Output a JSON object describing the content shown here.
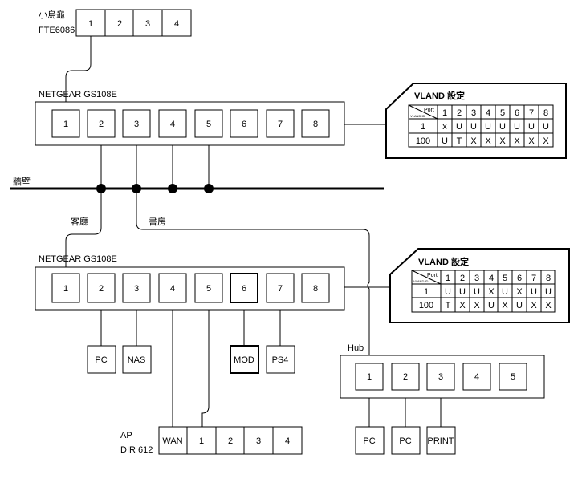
{
  "top_device": {
    "label_line1": "小烏龜",
    "label_line2": "FTE6086",
    "ports": [
      "1",
      "2",
      "3",
      "4"
    ]
  },
  "switch1": {
    "label": "NETGEAR GS108E",
    "ports": [
      "1",
      "2",
      "3",
      "4",
      "5",
      "6",
      "7",
      "8"
    ]
  },
  "switch2": {
    "label": "NETGEAR GS108E",
    "ports": [
      "1",
      "2",
      "3",
      "4",
      "5",
      "6",
      "7",
      "8"
    ]
  },
  "wall": {
    "label": "牆壁"
  },
  "rooms": {
    "living": "客廳",
    "study": "書房"
  },
  "vlan_table1": {
    "title": "VLAND 設定",
    "corner_top": "Port",
    "corner_bottom": "VLAND ID",
    "ports": [
      "1",
      "2",
      "3",
      "4",
      "5",
      "6",
      "7",
      "8"
    ],
    "rows": [
      {
        "id": "1",
        "cells": [
          "x",
          "U",
          "U",
          "U",
          "U",
          "U",
          "U",
          "U"
        ]
      },
      {
        "id": "100",
        "cells": [
          "U",
          "T",
          "X",
          "X",
          "X",
          "X",
          "X",
          "X"
        ]
      }
    ]
  },
  "vlan_table2": {
    "title": "VLAND 設定",
    "corner_top": "Port",
    "corner_bottom": "VLAND ID",
    "ports": [
      "1",
      "2",
      "3",
      "4",
      "5",
      "6",
      "7",
      "8"
    ],
    "rows": [
      {
        "id": "1",
        "cells": [
          "U",
          "U",
          "U",
          "X",
          "U",
          "X",
          "U",
          "U"
        ]
      },
      {
        "id": "100",
        "cells": [
          "T",
          "X",
          "X",
          "U",
          "X",
          "U",
          "X",
          "X"
        ]
      }
    ]
  },
  "devices": {
    "pc": "PC",
    "nas": "NAS",
    "mod": "MOD",
    "ps4": "PS4"
  },
  "hub": {
    "label": "Hub",
    "ports": [
      "1",
      "2",
      "3",
      "4",
      "5"
    ],
    "devices": [
      "PC",
      "PC",
      "PRINT"
    ]
  },
  "ap": {
    "label_line1": "AP",
    "label_line2": "DIR 612",
    "wan": "WAN",
    "ports": [
      "1",
      "2",
      "3",
      "4"
    ]
  }
}
